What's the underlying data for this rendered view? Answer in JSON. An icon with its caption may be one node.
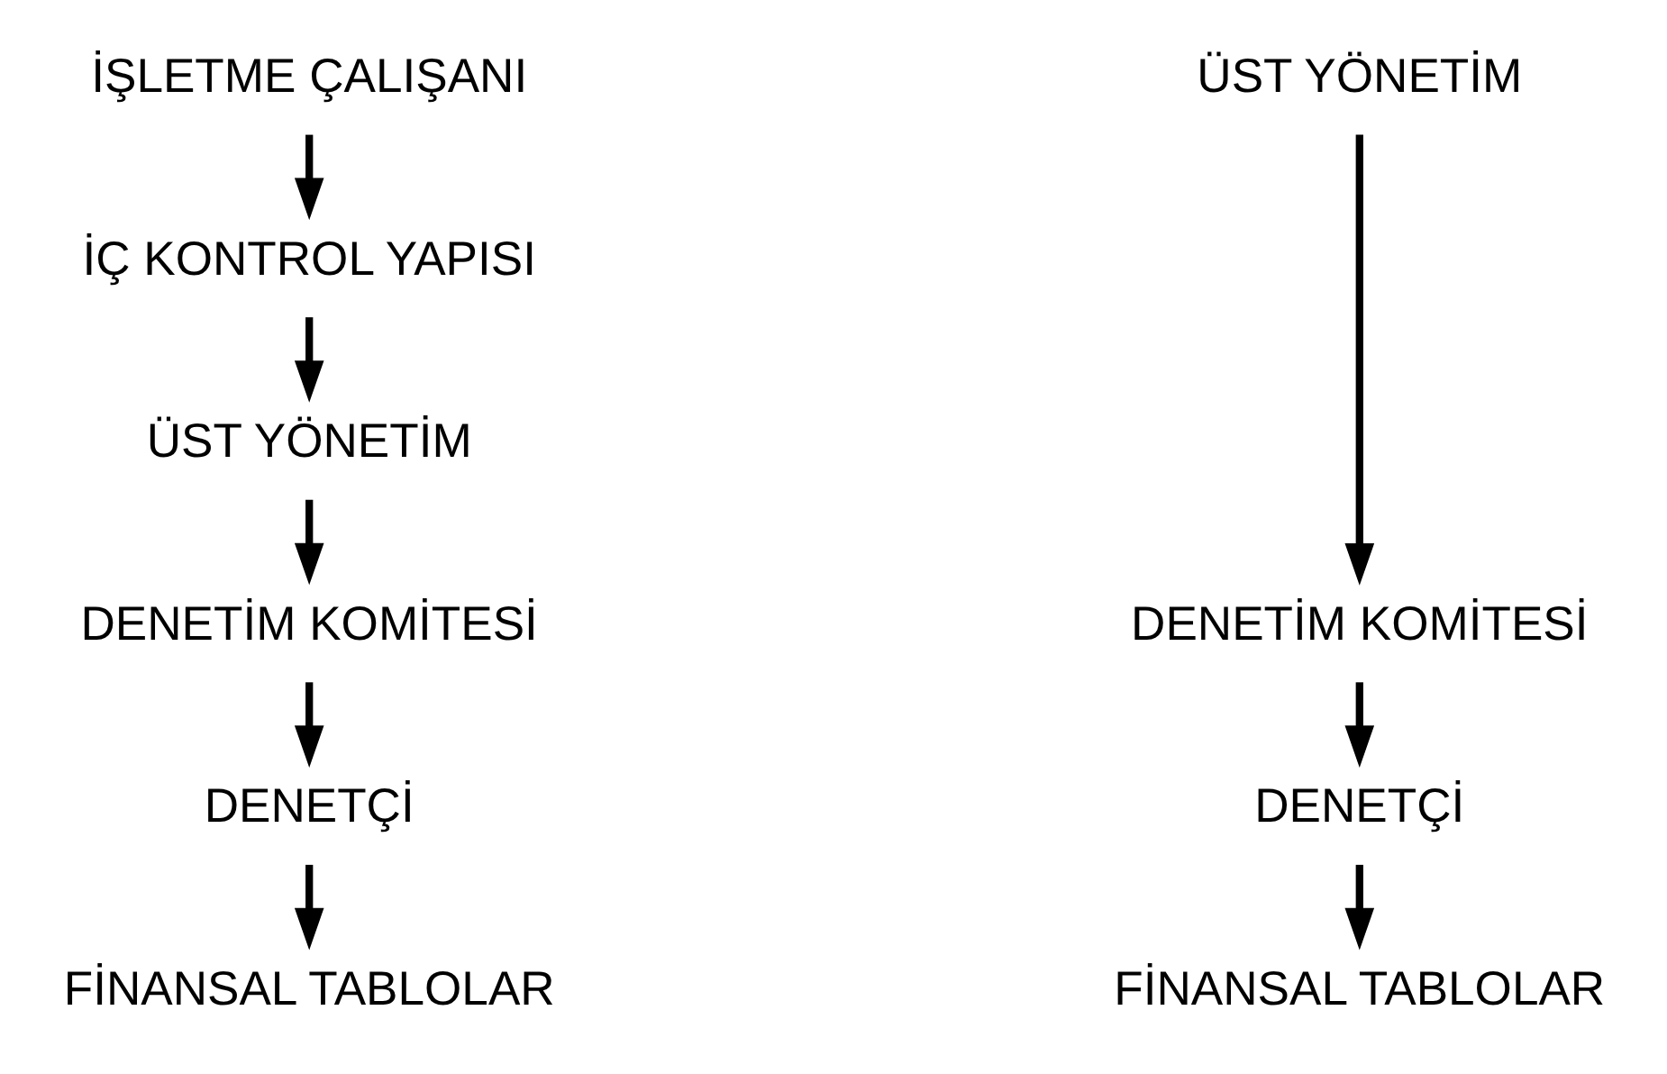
{
  "diagram": {
    "nodes": [
      {
        "text": [
          "İŞLETME ÇALIŞANI"
        ]
      },
      {
        "text": [
          "İÇ KONTROL YAPISI"
        ]
      },
      {
        "text": [
          "ÜST YÖNETİM"
        ]
      },
      {
        "text": [
          "DENETİM KOMİTESİ"
        ]
      },
      {
        "text": [
          "DENETÇİ"
        ]
      },
      {
        "text": [
          "FİNANSAL TABLOLAR"
        ]
      },
      {
        "text": [
          "ÜST YÖNETİM"
        ]
      },
      {
        "text": [
          "DENETİM KOMİTESİ"
        ]
      },
      {
        "text": [
          "DENETÇİ"
        ]
      },
      {
        "text": [
          "FİNANSAL TABLOLAR"
        ]
      }
    ],
    "edges": [
      {
        "from": 0,
        "to": 1,
        "arrow": "to"
      },
      {
        "from": 1,
        "to": 2,
        "arrow": "to"
      },
      {
        "from": 2,
        "to": 3,
        "arrow": "to"
      },
      {
        "from": 3,
        "to": 4,
        "arrow": "to"
      },
      {
        "from": 4,
        "to": 5,
        "arrow": "to"
      },
      {
        "from": 6,
        "to": 7,
        "arrow": "to"
      },
      {
        "from": 7,
        "to": 8,
        "arrow": "to"
      },
      {
        "from": 8,
        "to": 9,
        "arrow": "to"
      }
    ]
  }
}
